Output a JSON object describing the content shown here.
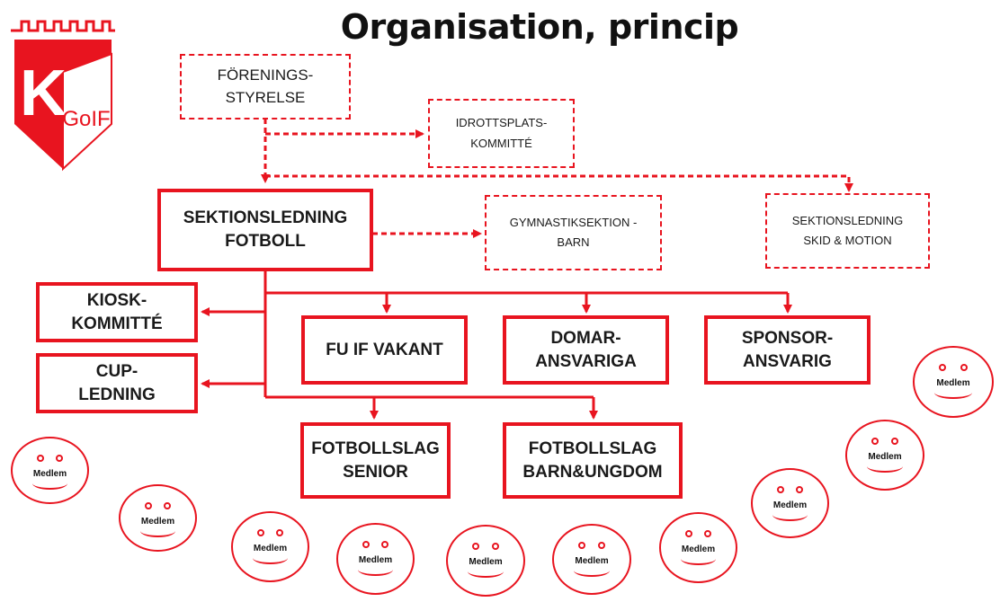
{
  "title": "Organisation, princip",
  "colors": {
    "accent": "#e8141f"
  },
  "logo": {
    "letter": "K",
    "text": "GoIF"
  },
  "nodes": {
    "foreningsstyrelse": "FÖRENINGS-\nSTYRELSE",
    "idrottsplatskommitte": "IDROTTSPLATS-\nKOMMITTÉ",
    "sektionsledning_fotboll": "SEKTIONSLEDNING\nFOTBOLL",
    "gymnastiksektion": "GYMNASTIKSEKTION -\nBARN",
    "sektionsledning_skid": "SEKTIONSLEDNING\nSKID & MOTION",
    "kioskkommitte": "KIOSK-\nKOMMITTÉ",
    "cupledning": "CUP-\nLEDNING",
    "fu_if": "FU IF VAKANT",
    "domaransvariga": "DOMAR-\nANSVARIGA",
    "sponsoransvarig": "SPONSOR-\nANSVARIG",
    "fotbollslag_senior": "FOTBOLLSLAG\nSENIOR",
    "fotbollslag_barn": "FOTBOLLSLAG\nBARN&UNGDOM"
  },
  "members": [
    "Medlem",
    "Medlem",
    "Medlem",
    "Medlem",
    "Medlem",
    "Medlem",
    "Medlem",
    "Medlem",
    "Medlem",
    "Medlem"
  ]
}
